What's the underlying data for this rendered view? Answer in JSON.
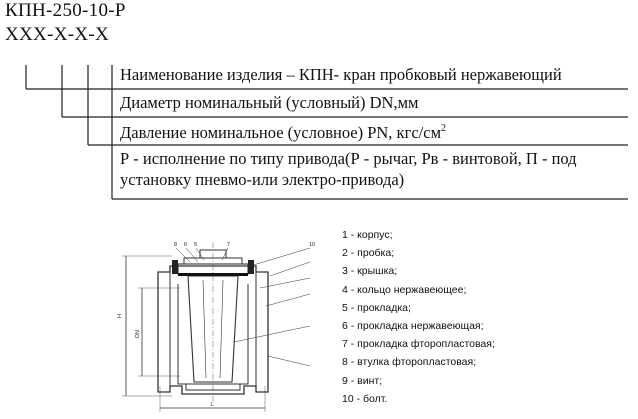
{
  "designation": {
    "code_line1": "КПН-250-10-Р",
    "code_line2": "XXX-X-X-X"
  },
  "rows": [
    {
      "text": "Наименование изделия – КПН- кран пробковый нержавеющий"
    },
    {
      "text": "Диаметр номинальный (условный) DN,мм"
    },
    {
      "text": "Давление номинальное (условное) PN, кгс/см",
      "sup": "2"
    },
    {
      "line1": "Р - исполнение по  типу привода(Р - рычаг, Рв - винтовой, П - под",
      "line2": "установку пневмо-или электро-привода)"
    }
  ],
  "drawing": {
    "labels": [
      "8",
      "6",
      "5",
      "7",
      "10",
      "H",
      "DN",
      "L"
    ]
  },
  "legend": [
    "1 - корпус;",
    "2 - пробка;",
    "3 - крышка;",
    "4 - кольцо нержавеющее;",
    "5 - прокладка;",
    "6 - прокладка нержавеющая;",
    "7 - прокладка фторопластовая;",
    "8 - втулка фторопластовая;",
    "9 - винт;",
    "10 - болт."
  ]
}
